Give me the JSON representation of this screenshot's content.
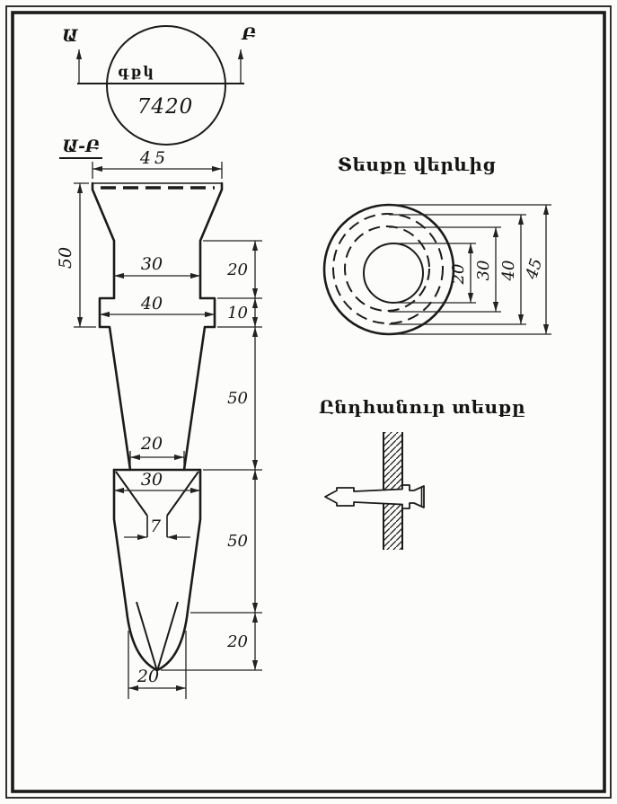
{
  "stamp": {
    "left_marker": "Ա",
    "right_marker": "Բ",
    "org_code": "գքկ",
    "number": "7420"
  },
  "section_view": {
    "label": "Ա-Բ",
    "dim_top_width": "45",
    "dim_left_height": "50",
    "dim_neck_width": "30",
    "dim_flange_width": "40",
    "dim_neck_height": "20",
    "dim_flange_height": "10",
    "dim_upper_taper_height": "50",
    "dim_taper_end_width": "20",
    "dim_lower_width": "30",
    "dim_slot_width": "7",
    "dim_lower_height": "50",
    "dim_tip_height": "20",
    "dim_tip_width": "20"
  },
  "top_view": {
    "title": "Տեսքը վերևից",
    "dim_inner": "20",
    "dim_middle": "30",
    "dim_hidden": "40",
    "dim_overall": "45"
  },
  "general_view": {
    "title": "Ընդհանուր տեսքը"
  },
  "colors": {
    "ink": "#1b1b1b",
    "paper": "#fcfcfa"
  }
}
